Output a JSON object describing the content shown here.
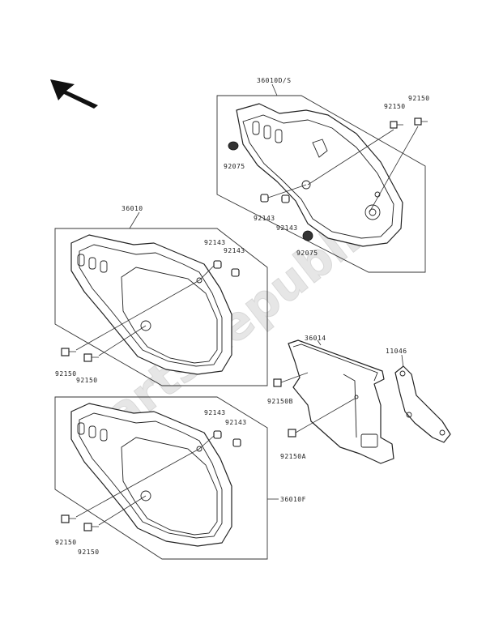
{
  "watermark": "PartsRepublik",
  "parts": {
    "p36010": "36010",
    "p36010f": "36010F",
    "p36010d5": "36010D/S",
    "p36014": "36014",
    "p11046": "11046",
    "p92075a": "92075",
    "p92075b": "92075",
    "p92143a": "92143",
    "p92143b": "92143",
    "p92143c": "92143",
    "p92143d": "92143",
    "p92143e": "92143",
    "p92143f": "92143",
    "p92150a": "92150",
    "p92150b": "92150",
    "p92150c": "92150",
    "p92150d": "92150",
    "p92150e": "92150",
    "p92150f": "92150",
    "p92150B": "92150B",
    "p92150A": "92150A"
  },
  "icons": {
    "direction": "arrow-up-left-icon"
  }
}
